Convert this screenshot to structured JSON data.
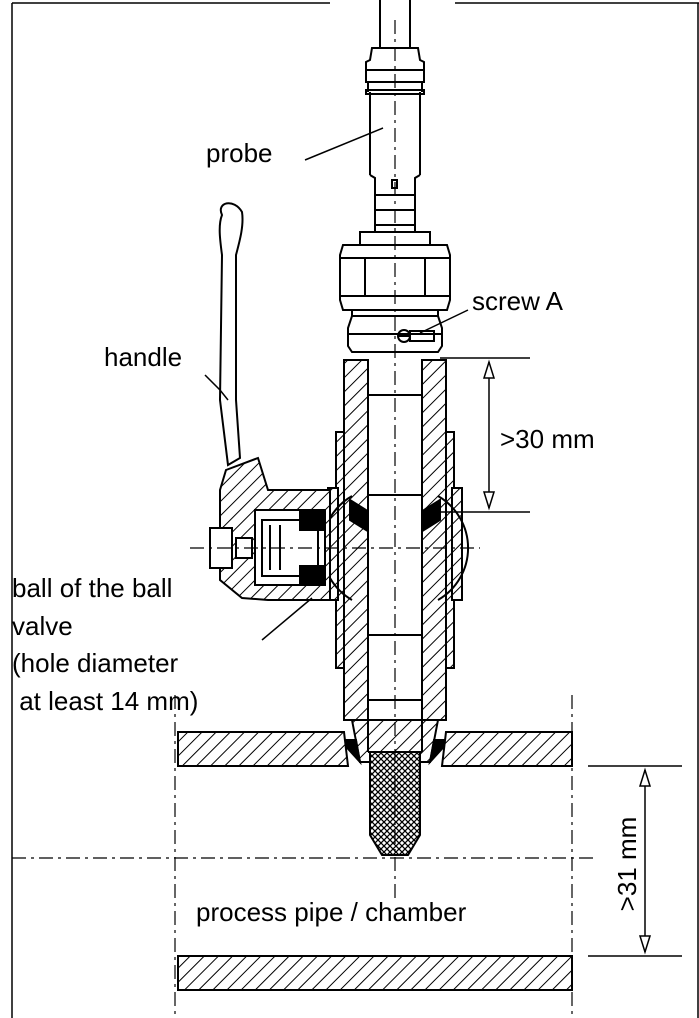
{
  "labels": {
    "probe": "probe",
    "screw_a": "screw A",
    "handle": "handle",
    "ball_line1": "ball of the ball",
    "ball_line2": "valve",
    "ball_line3": "(hole diameter",
    "ball_line4": " at least 14 mm)",
    "dim_upper": ">30 mm",
    "dim_lower": ">31 mm",
    "process": "process pipe / chamber"
  },
  "colors": {
    "ink": "#000000",
    "paper": "#ffffff"
  }
}
